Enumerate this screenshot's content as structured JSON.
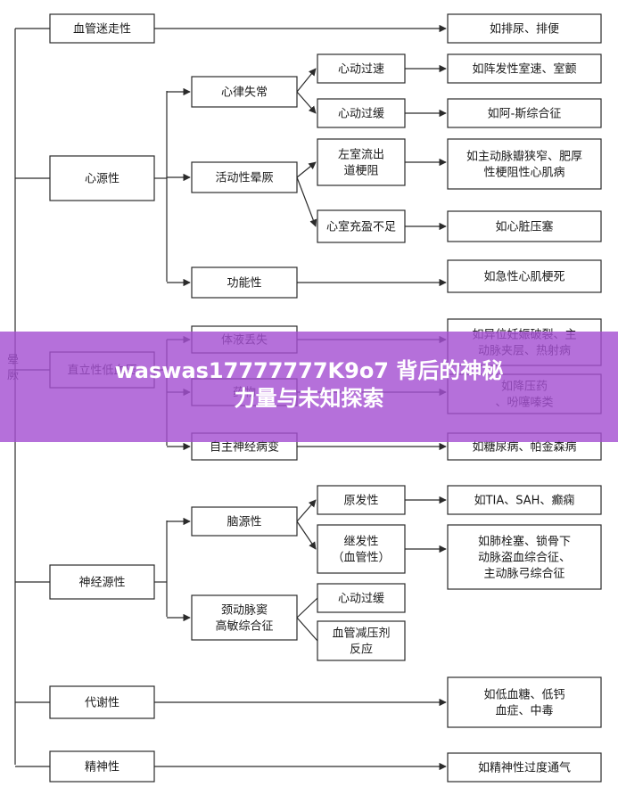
{
  "diagram": {
    "root": "晕厥",
    "categories": [
      {
        "id": "c1",
        "label": "血管迷走性",
        "example": "如排尿、排便"
      },
      {
        "id": "c2",
        "label": "心源性",
        "subs": [
          {
            "id": "c2s1",
            "label": "心律失常",
            "subs": [
              {
                "label": "心动过速",
                "example": "如阵发性室速、室颤"
              },
              {
                "label": "心动过缓",
                "example": "如阿-斯综合征"
              }
            ]
          },
          {
            "id": "c2s2",
            "label": "活动性晕厥",
            "subs": [
              {
                "label": "左室流出道梗阻",
                "example": "如主动脉瓣狭窄、肥厚性梗阻性心肌病"
              },
              {
                "label": "心室充盈不足",
                "example": "如心脏压塞"
              }
            ]
          },
          {
            "id": "c2s3",
            "label": "功能性",
            "example": "如急性心肌梗死"
          }
        ]
      },
      {
        "id": "c3",
        "label": "直立性低血压",
        "subs": [
          {
            "label": "体液丢失",
            "example": "如异位妊娠破裂、主动脉夹层、热射病"
          },
          {
            "label": "药物",
            "example": "如降压药、吩噻嗪类"
          },
          {
            "label": "自主神经病变",
            "example": "如糖尿病、帕金森病"
          }
        ]
      },
      {
        "id": "c4",
        "label": "神经源性",
        "subs": [
          {
            "label": "脑源性",
            "subs": [
              {
                "label": "原发性",
                "example": "如TIA、SAH、癫痫"
              },
              {
                "label": "继发性（血管性）",
                "example": "如肺栓塞、锁骨下动脉盗血综合征、主动脉弓综合征"
              }
            ]
          },
          {
            "label": "颈动脉窦高敏综合征",
            "subs": [
              {
                "label": "心动过缓"
              },
              {
                "label": "血管减压剂反应"
              }
            ]
          }
        ]
      },
      {
        "id": "c5",
        "label": "代谢性",
        "example": "如低血糖、低钙血症、中毒"
      },
      {
        "id": "c6",
        "label": "精神性",
        "example": "如精神性过度通气"
      }
    ]
  },
  "banner": {
    "line1": "waswas17777777K9o7 背后的神秘",
    "line2": "力量与未知探索"
  }
}
